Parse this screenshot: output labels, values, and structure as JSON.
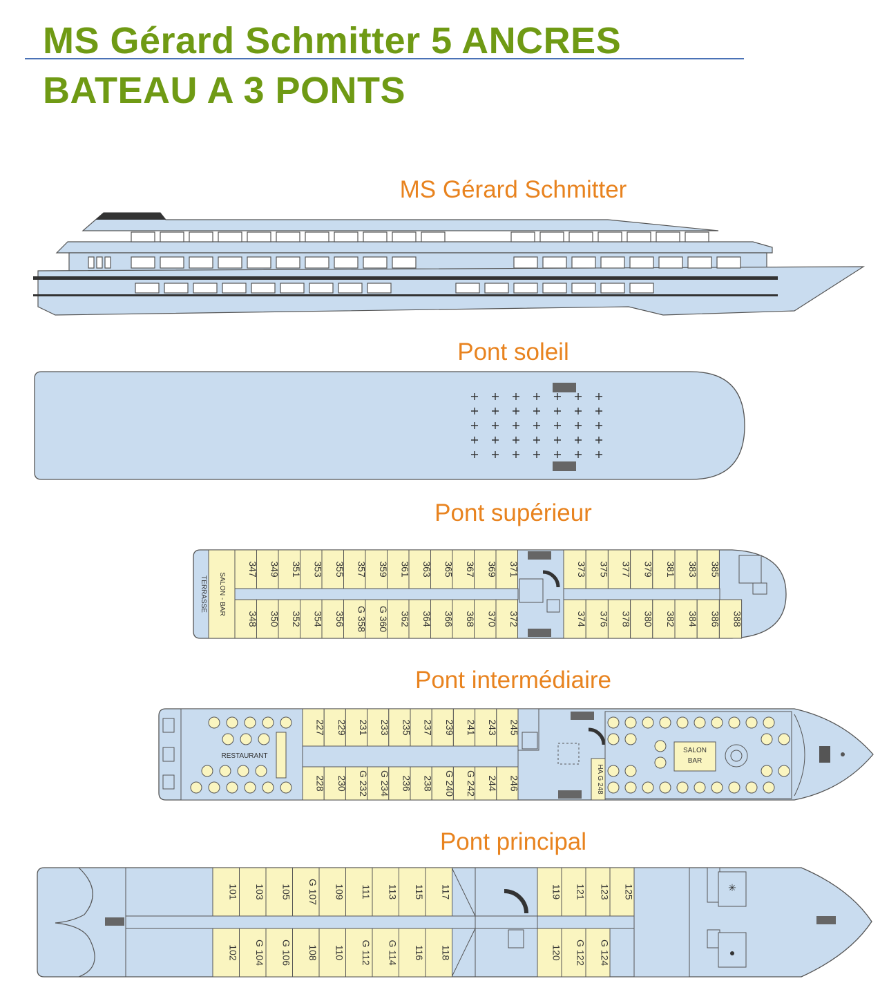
{
  "header": {
    "title_line1": "MS Gérard Schmitter 5 ANCRES",
    "title_line2": "BATEAU A 3 PONTS"
  },
  "colors": {
    "title": "#6f9a14",
    "deck_label": "#e8831f",
    "hull": "#c9dcef",
    "cabin": "#faf5c0",
    "outline": "#555555"
  },
  "decks": {
    "profile": {
      "label": "MS Gérard Schmitter"
    },
    "soleil": {
      "label": "Pont soleil"
    },
    "superieur": {
      "label": "Pont supérieur",
      "salon": "SALON - BAR",
      "terrasse": "TERRASSE",
      "top_aft": [
        "347",
        "349",
        "351",
        "353",
        "355",
        "357",
        "359",
        "361",
        "363",
        "365",
        "367",
        "369",
        "371"
      ],
      "bottom_aft": [
        "348",
        "350",
        "352",
        "354",
        "356",
        "G 358",
        "G 360",
        "362",
        "364",
        "366",
        "368",
        "370",
        "372"
      ],
      "top_fwd": [
        "373",
        "375",
        "377",
        "379",
        "381",
        "383",
        "385"
      ],
      "bottom_fwd": [
        "374",
        "376",
        "378",
        "380",
        "382",
        "384",
        "386",
        "388"
      ]
    },
    "intermediaire": {
      "label": "Pont intermédiaire",
      "restaurant": "RESTAURANT",
      "salon": "SALON",
      "bar": "BAR",
      "top": [
        "227",
        "229",
        "231",
        "233",
        "235",
        "237",
        "239",
        "241",
        "243",
        "245"
      ],
      "bottom": [
        "228",
        "230",
        "G 232",
        "G 234",
        "236",
        "238",
        "G 240",
        "G 242",
        "244",
        "246"
      ],
      "special": "HA G 248"
    },
    "principal": {
      "label": "Pont principal",
      "top_aft": [
        "101",
        "103",
        "105",
        "G 107",
        "109",
        "111",
        "113",
        "115",
        "117"
      ],
      "bottom_aft": [
        "102",
        "G 104",
        "G 106",
        "108",
        "110",
        "G 112",
        "G 114",
        "116",
        "118"
      ],
      "top_fwd": [
        "119",
        "121",
        "123",
        "125"
      ],
      "bottom_fwd": [
        "120",
        "G 122",
        "G 124"
      ]
    }
  }
}
